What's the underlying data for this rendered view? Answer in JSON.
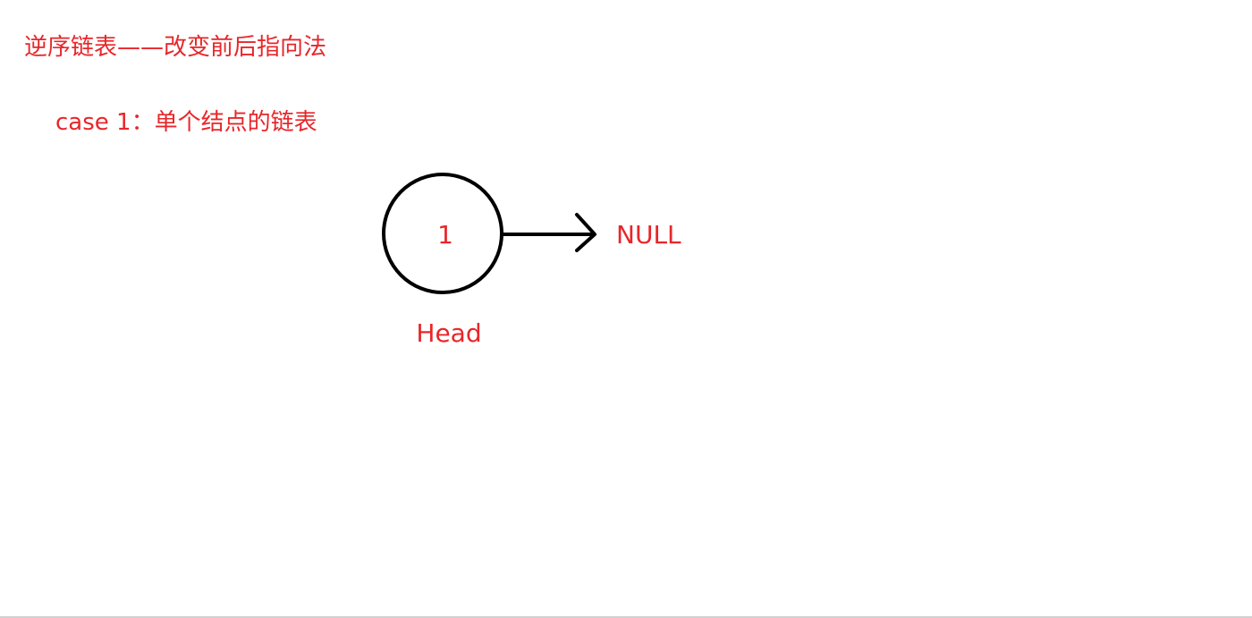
{
  "heading": "逆序链表——改变前后指向法",
  "case_label": "case 1：单个结点的链表",
  "node": {
    "value": "1",
    "label": "Head"
  },
  "null_label": "NULL",
  "colors": {
    "text": "#e8262a",
    "stroke": "#000000",
    "background": "#ffffff",
    "bottom_rule": "#d0d0d0"
  }
}
